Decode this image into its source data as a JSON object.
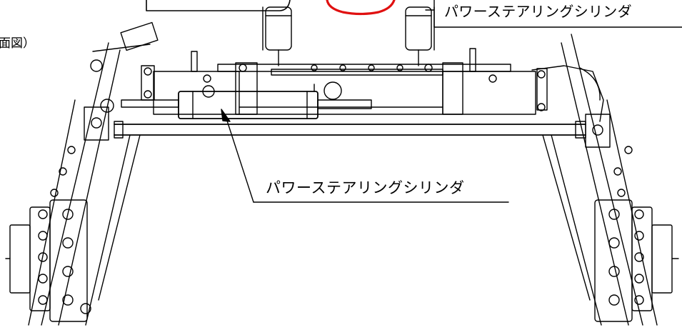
{
  "labels": {
    "edge_text": "面図）",
    "main_callout": "パワーステアリングシリンダ",
    "top_right_callout": "パワーステアリングシリンダ"
  }
}
